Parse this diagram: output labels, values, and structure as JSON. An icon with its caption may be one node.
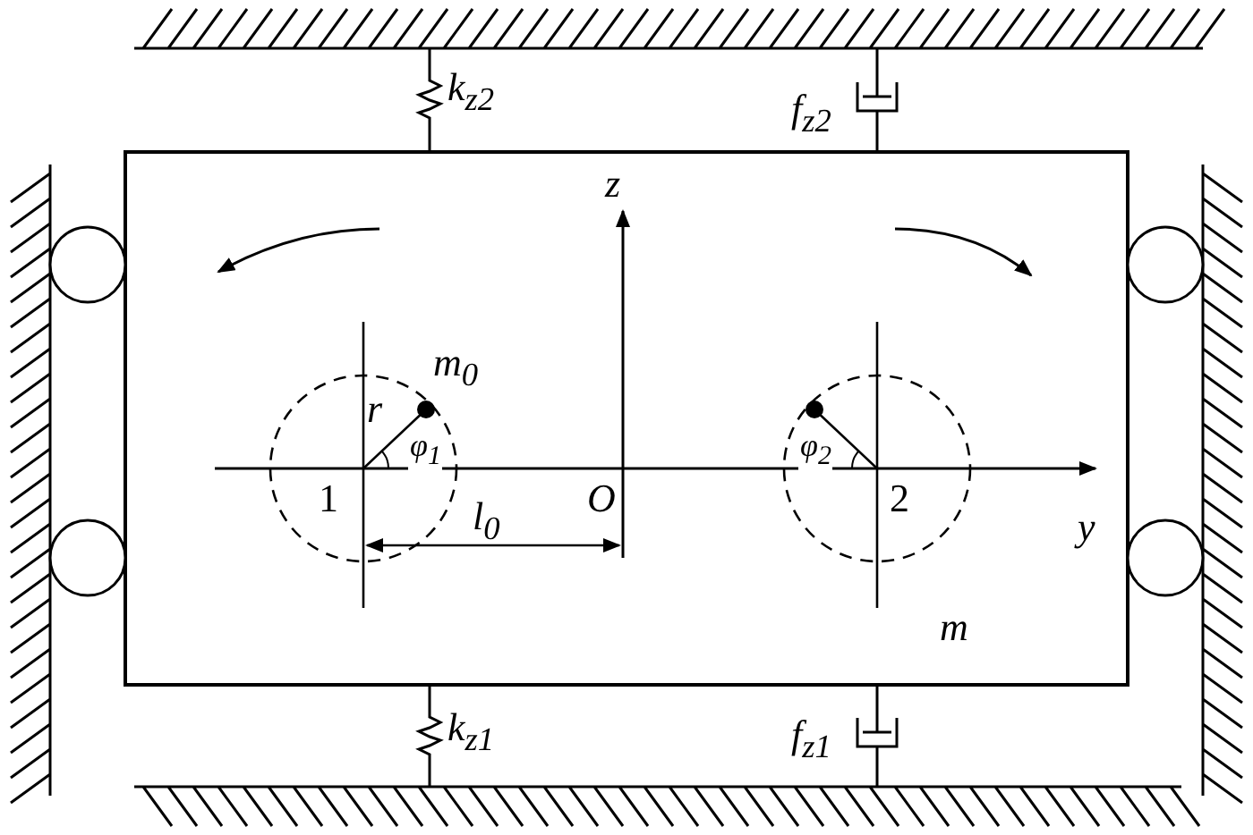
{
  "diagram": {
    "labels": [
      "k$_{z2}$",
      "f$_{z2}$",
      "z",
      "m$_{0}$",
      "r",
      "φ$_{1}$",
      "φ$_{2}$",
      "1",
      "O",
      "2",
      "y",
      "l$_{0}$",
      "m",
      "k$_{z1}$",
      "f$_{z1}$"
    ]
  }
}
